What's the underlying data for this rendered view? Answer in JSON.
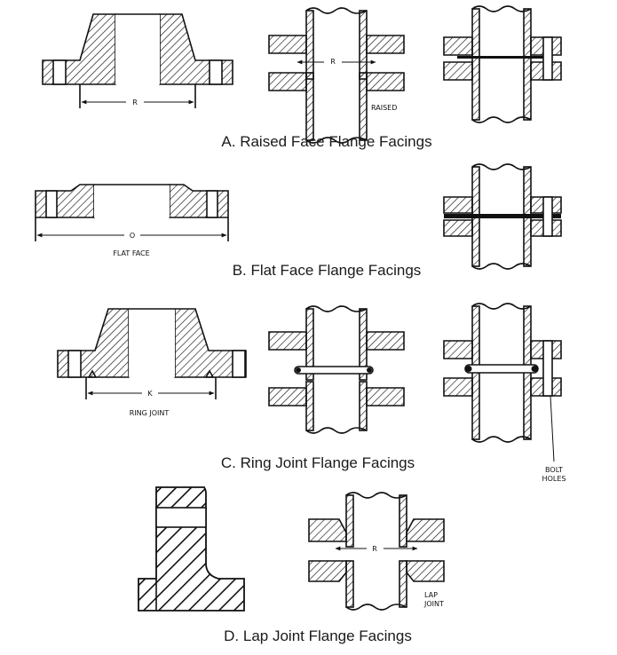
{
  "captions": {
    "a": "A. Raised Face Flange Facings",
    "b": "B. Flat Face Flange Facings",
    "c": "C. Ring Joint Flange Facings",
    "d": "D. Lap Joint Flange Facings"
  },
  "labels": {
    "a_dim": "R",
    "a_assembly_dim": "R",
    "raised": "RAISED",
    "b_dim": "O",
    "flat_face": "FLAT FACE",
    "c_dim": "K",
    "ring_joint": "RING JOINT",
    "bolt": "BOLT",
    "holes": "HOLES",
    "d_dim": "R",
    "lap": "LAP",
    "joint": "JOINT"
  }
}
